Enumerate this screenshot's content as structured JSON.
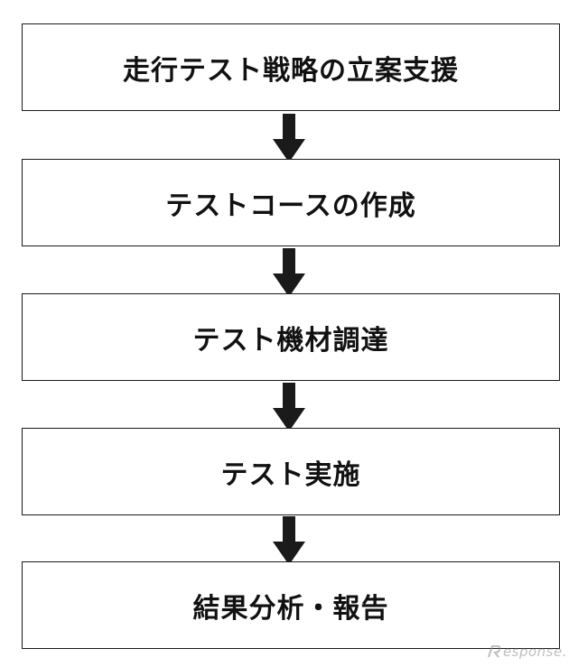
{
  "steps": [
    {
      "label": "走行テスト戦略の立案支援"
    },
    {
      "label": "テストコースの作成"
    },
    {
      "label": "テスト機材調達"
    },
    {
      "label": "テスト実施"
    },
    {
      "label": "結果分析・報告"
    }
  ],
  "watermark": {
    "text": "esponse.",
    "logo": "R"
  },
  "colors": {
    "border": "#1a1a1a",
    "arrow": "#1a1a1a",
    "text": "#111111",
    "background": "#ffffff"
  }
}
